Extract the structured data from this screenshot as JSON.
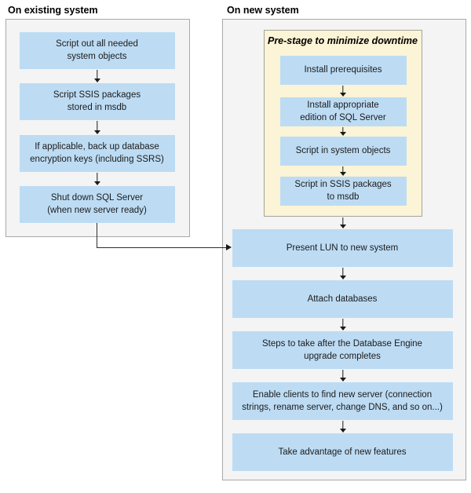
{
  "colors": {
    "step_blue": "#bddcf4",
    "panel_bg": "#f4f4f4",
    "panel_border": "#a9a9a9",
    "prestage_bg": "#fbf4d6",
    "prestage_border": "#a6a39a",
    "arrow": "#1a1a1a",
    "text": "#1b1b1b"
  },
  "left_panel": {
    "title": "On existing system",
    "steps": [
      {
        "label": "Script out all needed\nsystem objects"
      },
      {
        "label": "Script SSIS packages\nstored in msdb"
      },
      {
        "label": "If applicable, back up database\nencryption keys (including SSRS)"
      },
      {
        "label": "Shut down SQL Server\n(when new server ready)"
      }
    ]
  },
  "right_panel": {
    "title": "On new system",
    "prestage": {
      "title": "Pre-stage to minimize downtime",
      "steps": [
        {
          "label": "Install prerequisites"
        },
        {
          "label": "Install appropriate\nedition of SQL Server"
        },
        {
          "label": "Script in system objects"
        },
        {
          "label": "Script in SSIS packages\nto msdb"
        }
      ]
    },
    "steps": [
      {
        "label": "Present LUN to new system"
      },
      {
        "label": "Attach databases"
      },
      {
        "label": "Steps to take after the Database Engine\nupgrade completes"
      },
      {
        "label": "Enable clients to find new server (connection\nstrings, rename server, change DNS, and so on...)"
      },
      {
        "label": "Take advantage of new features"
      }
    ]
  }
}
